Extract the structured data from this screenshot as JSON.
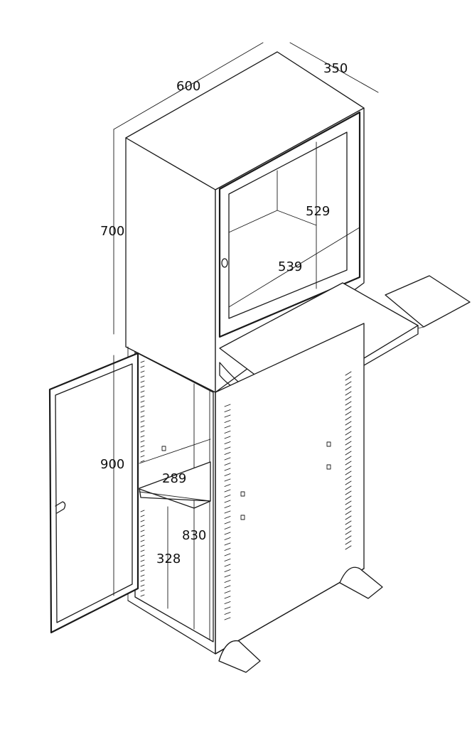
{
  "diagram": {
    "labels": {
      "width": "600",
      "depth": "350",
      "upper_height": "700",
      "window_height": "529",
      "window_width": "539",
      "lower_height": "900",
      "shelf_depth": "289",
      "inner_height": "830",
      "inner_width": "328"
    },
    "colors": {
      "line": "#1a1a1a",
      "background": "#ffffff"
    }
  }
}
